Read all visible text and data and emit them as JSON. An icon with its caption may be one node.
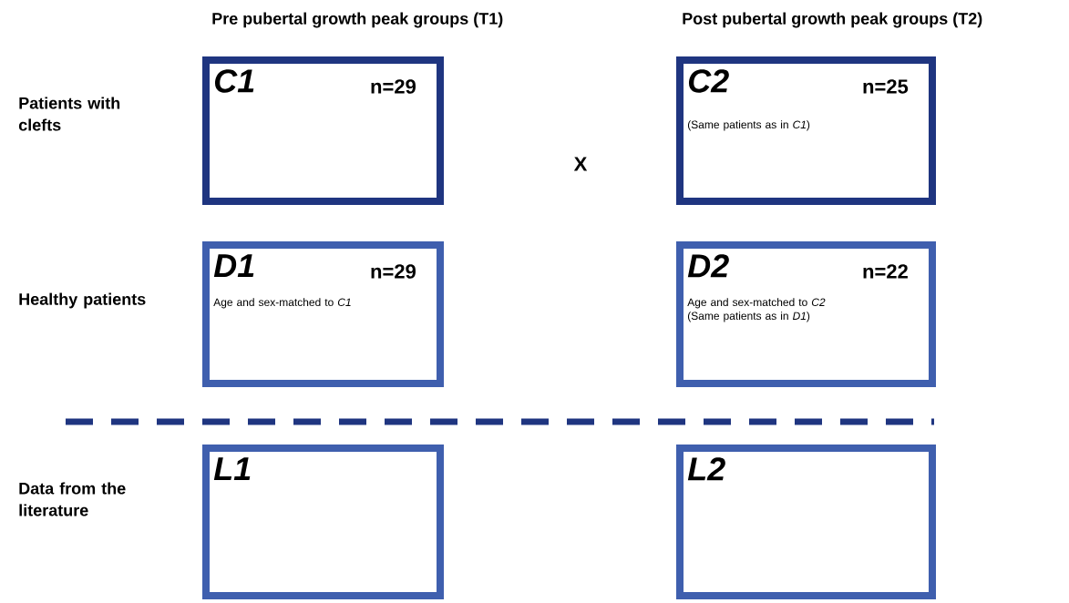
{
  "diagram": {
    "nodes": [
      {
        "text": [
          "C1",
          "n=29"
        ]
      },
      {
        "text": [
          "C2",
          "n=25",
          "(Same patients as in *C1*)"
        ]
      },
      {
        "text": [
          "D1",
          "n=29",
          "Age and sex-matched to *C1*"
        ]
      },
      {
        "text": [
          "D2",
          "n=22",
          "Age and sex-matched to *C2* (Same patients as in *D1*)"
        ]
      },
      {
        "text": [
          "L1"
        ]
      },
      {
        "text": [
          "L2"
        ]
      }
    ],
    "labels": [
      "Pre pubertal growth peak groups (T1)",
      "Post pubertal growth peak groups (T2)",
      "Patients with clefts",
      "X",
      "Healthy patients",
      "Data from the literature"
    ]
  }
}
